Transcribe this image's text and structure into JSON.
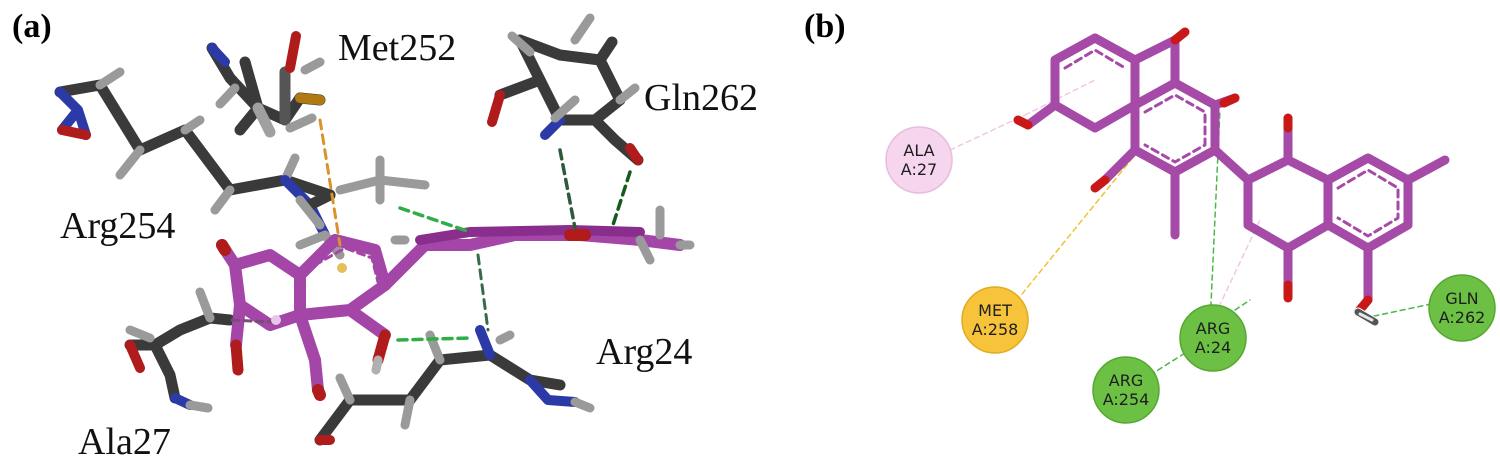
{
  "panel_a": {
    "label": "(a)",
    "residues": [
      "Met252",
      "Gln262",
      "Arg254",
      "Arg24",
      "Ala27"
    ]
  },
  "panel_b": {
    "label": "(b)",
    "interactions": [
      {
        "line1": "ALA",
        "line2": "A:27",
        "type": "pi-alkyl"
      },
      {
        "line1": "MET",
        "line2": "A:258",
        "type": "pi-sulfur"
      },
      {
        "line1": "ARG",
        "line2": "A:24",
        "type": "hydrogen-bond"
      },
      {
        "line1": "ARG",
        "line2": "A:254",
        "type": "hydrogen-bond"
      },
      {
        "line1": "GLN",
        "line2": "A:262",
        "type": "hydrogen-bond"
      }
    ]
  },
  "colors": {
    "ligand": "#a446a8",
    "protein_carbon": "#3c3c3c",
    "hydrogen": "#9a9a9a",
    "oxygen": "#c01818",
    "nitrogen": "#2c3aa8",
    "sulfur": "#b07a10",
    "hbond": "#3aa048",
    "pi_sulfur": "#e0a020",
    "pi_alkyl": "#f2c6e6"
  }
}
